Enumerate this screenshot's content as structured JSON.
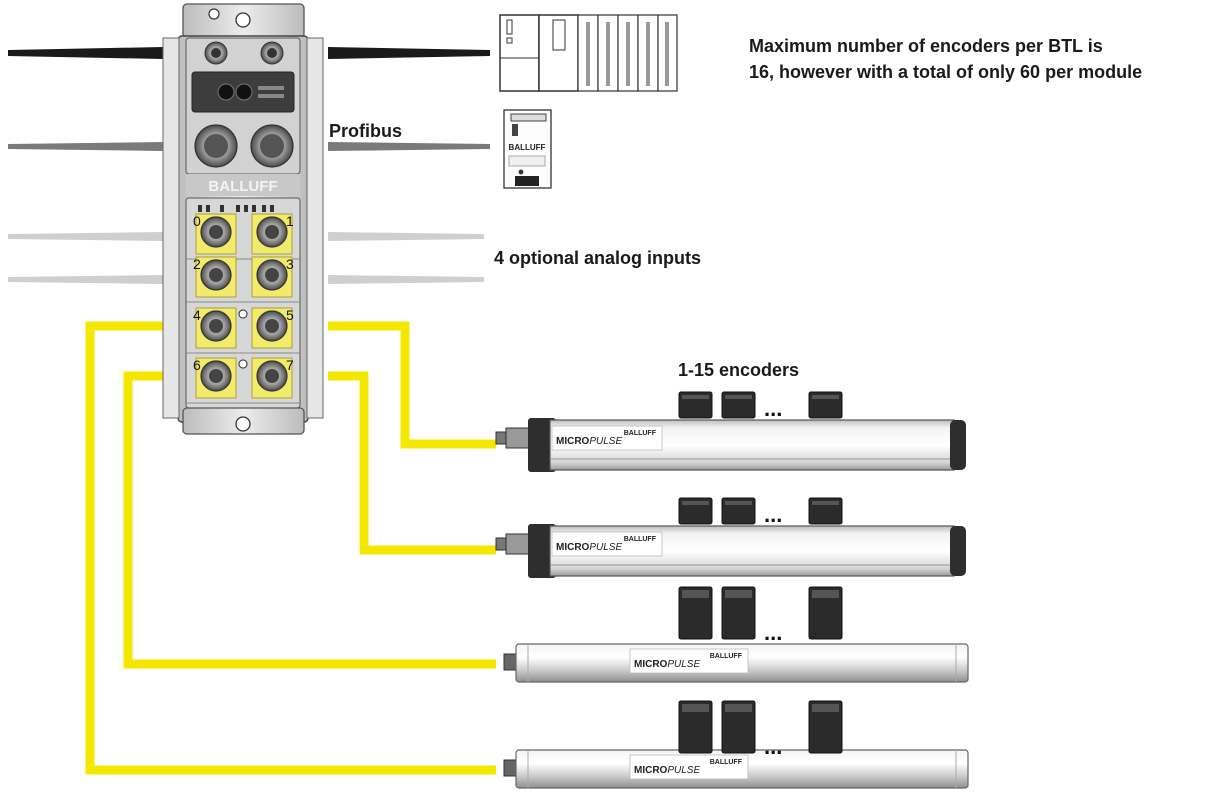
{
  "labels": {
    "max_line1": "Maximum number of encoders per BTL is",
    "max_line2": "16, however with a total of only 60 per module",
    "profibus": "Profibus",
    "analog_inputs": "4 optional analog inputs",
    "encoders": "1-15 encoders"
  },
  "module": {
    "brand": "BALLUFF",
    "port_numbers": [
      "0",
      "1",
      "2",
      "3",
      "4",
      "5",
      "6",
      "7"
    ]
  },
  "sensors": {
    "brand": "BALLUFF",
    "product_bold": "MICRO",
    "product_italic": "PULSE",
    "ellipsis": "..."
  },
  "colors": {
    "yellow_cable": "#f5e800",
    "black_cable": "#1a1a1a",
    "gray_cable": "#7a7a7a",
    "light_cable": "#cfcfcf",
    "module_body": "#dcdcdc"
  }
}
